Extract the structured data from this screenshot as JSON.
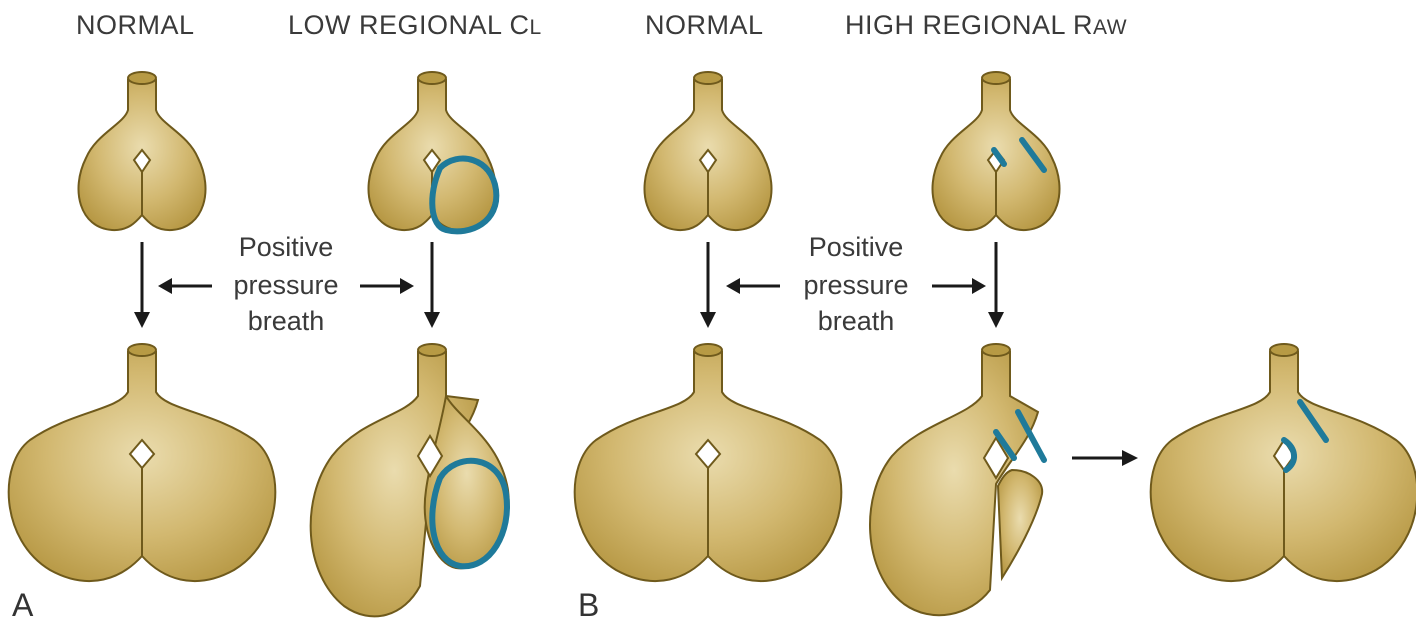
{
  "headers": {
    "normal_a": "NORMAL",
    "low_cl_main": "LOW REGIONAL C",
    "low_cl_sub": "L",
    "normal_b": "NORMAL",
    "high_raw_main": "HIGH REGIONAL R",
    "high_raw_sub": "AW"
  },
  "labels": {
    "pp_a": [
      "Positive",
      "pressure",
      "breath"
    ],
    "pp_b": [
      "Positive",
      "pressure",
      "breath"
    ]
  },
  "panels": {
    "a": "A",
    "b": "B"
  },
  "colors": {
    "lung_fill": "#c9ad5e",
    "lung_outline": "#6f5a1c",
    "affected_region": "#1f7a9a",
    "arrow": "#1a1a1a"
  }
}
